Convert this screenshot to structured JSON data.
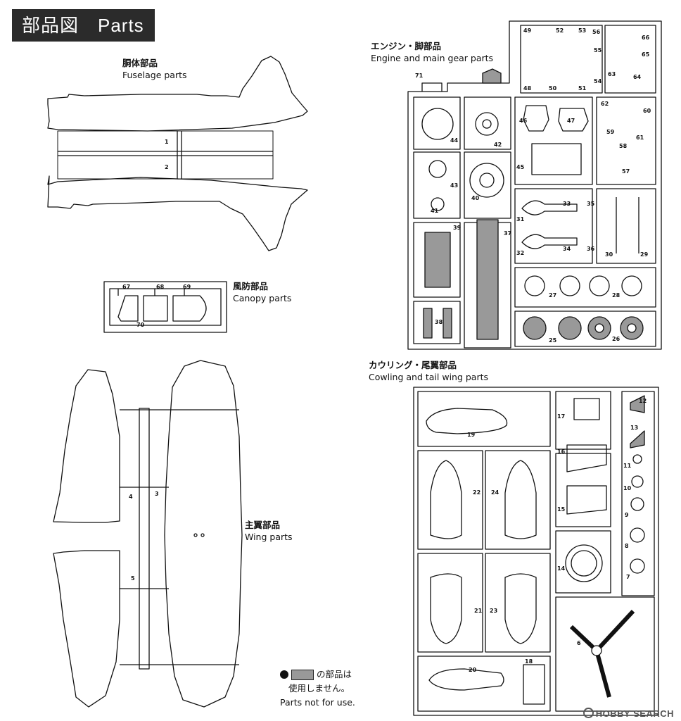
{
  "header": {
    "title": "部品図　Parts"
  },
  "groups": {
    "fuselage": {
      "jp": "胴体部品",
      "en": "Fuselage parts"
    },
    "canopy": {
      "jp": "風防部品",
      "en": "Canopy parts"
    },
    "engine": {
      "jp": "エンジン・脚部品",
      "en": "Engine and main gear parts"
    },
    "cowling": {
      "jp": "カウリング・尾翼部品",
      "en": "Cowling and tail wing parts"
    },
    "wing": {
      "jp": "主翼部品",
      "en": "Wing parts"
    }
  },
  "note": {
    "line1": "の部品は",
    "line2": "使用しません。",
    "line3": "Parts not for use."
  },
  "watermark": {
    "text": "HOBBY SEARCH"
  },
  "colors": {
    "ink": "#111111",
    "unused_fill": "#999999"
  },
  "part_numbers": [
    "1",
    "2",
    "3",
    "4",
    "5",
    "6",
    "7",
    "8",
    "9",
    "10",
    "11",
    "12",
    "13",
    "14",
    "15",
    "16",
    "17",
    "18",
    "19",
    "20",
    "21",
    "22",
    "23",
    "24",
    "25",
    "26",
    "27",
    "28",
    "29",
    "30",
    "31",
    "32",
    "33",
    "34",
    "35",
    "36",
    "37",
    "38",
    "39",
    "40",
    "41",
    "42",
    "43",
    "44",
    "45",
    "46",
    "47",
    "48",
    "49",
    "50",
    "51",
    "52",
    "53",
    "54",
    "55",
    "56",
    "57",
    "58",
    "59",
    "60",
    "61",
    "62",
    "63",
    "64",
    "65",
    "66",
    "67",
    "68",
    "69",
    "70",
    "71"
  ]
}
